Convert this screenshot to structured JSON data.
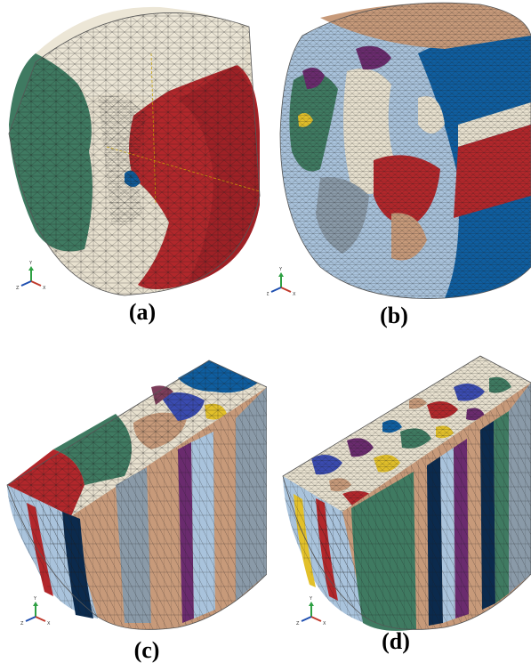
{
  "figure": {
    "labels": {
      "a": "(a)",
      "b": "(b)",
      "c": "(c)",
      "d": "(d)"
    },
    "triad_axis_letters": {
      "y": "Y",
      "x": "X",
      "z": "Z"
    }
  },
  "colors": {
    "grain_cream": "#e8e1cf",
    "grain_green": "#3f7a61",
    "grain_red": "#b2272b",
    "grain_blue": "#0f5ea0",
    "grain_tan": "#c79a7a",
    "grain_gray": "#8a9aa8",
    "grain_navy": "#0b2a4d",
    "grain_purple": "#6a2b6e",
    "grain_yellow": "#e2c02a",
    "grain_lightblue": "#a9c3dc",
    "mesh_line": "#1a1a1a",
    "triad_y": "#2ea043",
    "triad_x": "#c0392b",
    "triad_z": "#1f4fb0"
  }
}
